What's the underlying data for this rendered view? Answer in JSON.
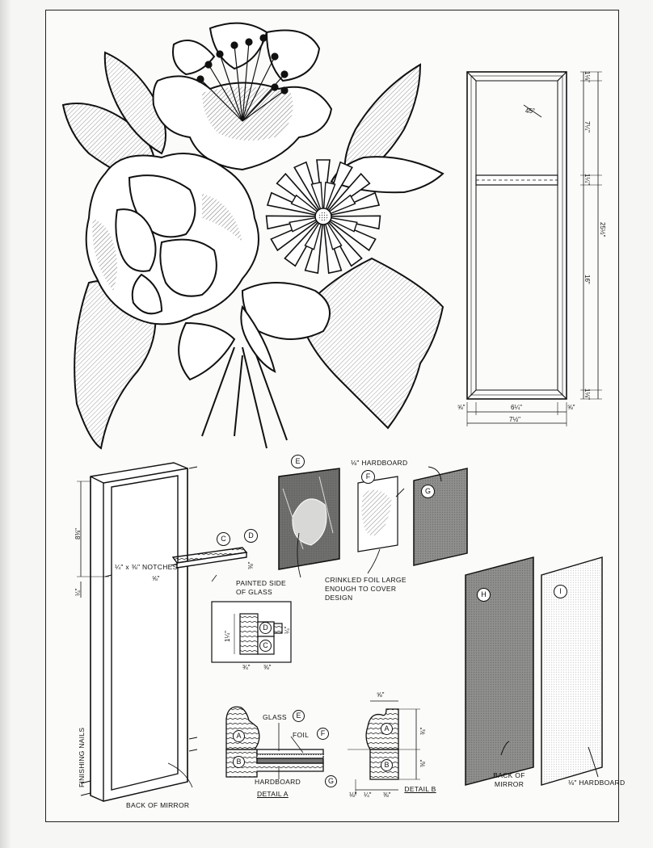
{
  "parts": {
    "C": "C",
    "D": "D",
    "E": "E",
    "F": "F",
    "G": "G",
    "H": "H",
    "I": "I",
    "A": "A",
    "B": "B"
  },
  "labels": {
    "hardboard_top": "⅛\" HARDBOARD",
    "notches": "¼\" x ⅜\" NOTCHES",
    "painted_side": "PAINTED SIDE OF GLASS",
    "crinkled_foil": "CRINKLED FOIL LARGE ENOUGH TO COVER DESIGN",
    "finishing_nails": "FINISHING NAILS",
    "back_of_mirror_frame": "BACK OF MIRROR",
    "glass": "GLASS",
    "foil": "FOIL",
    "hardboard_detail": "HARDBOARD",
    "detail_a": "DETAIL A",
    "detail_b": "DETAIL B",
    "back_of_mirror_panel": "BACK OF MIRROR",
    "hardboard_panel_i": "⅛\" HARDBOARD"
  },
  "dimensions": {
    "top_margin": "1⅛\"",
    "upper_height": "7¼\"",
    "rail_height": "1¼\"",
    "overall_height": "25½\"",
    "lower_height": "16\"",
    "bottom_margin": "1⅛\"",
    "left_stile": "⅝\"",
    "inner_width": "6¼\"",
    "right_stile": "⅝\"",
    "overall_width": "7½\"",
    "angle": "45°",
    "iso_height": "8⅜\"",
    "iso_side": "¼\"",
    "rail_dim": "⅝\"",
    "rail_thick": "⅜\"",
    "sec_height": "1¼\"",
    "sec_d": "¼\"",
    "sec_w1": "¾\"",
    "sec_w2": "⅜\"",
    "detb_top": "⅝\"",
    "detb_h1": "¾\"",
    "detb_h2": "⅜\"",
    "detb_b1": "⅛\"",
    "detb_b2": "¼\"",
    "detb_b3": "⅜\""
  },
  "colors": {
    "ink": "#111111",
    "paper": "#fbfbfa",
    "board": "#9a9a98"
  }
}
